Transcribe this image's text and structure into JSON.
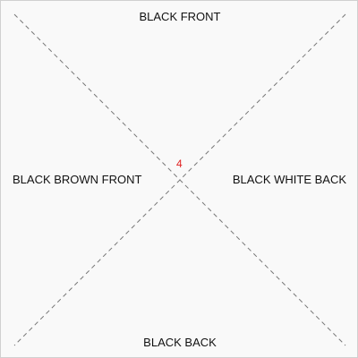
{
  "labels": {
    "top": "BLACK FRONT",
    "bottom": "BLACK BACK",
    "left": "BLACK BROWN FRONT",
    "right": "BLACK WHITE BACK"
  },
  "center_number": "4",
  "colors": {
    "background": "#f9f9f9",
    "border": "#d0d0d0",
    "lines": "#777777",
    "center_number": "#e02020",
    "text": "#111111"
  }
}
